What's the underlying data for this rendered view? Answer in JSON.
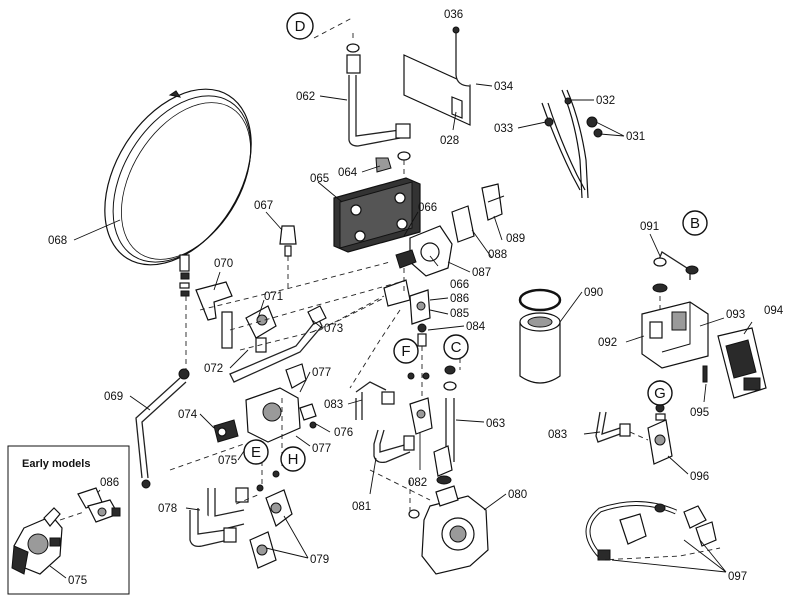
{
  "inset": {
    "title": "Early models"
  },
  "letters": {
    "B": "B",
    "C": "C",
    "D": "D",
    "E": "E",
    "F": "F",
    "G": "G",
    "H": "H"
  },
  "parts": {
    "p028": "028",
    "p031": "031",
    "p032": "032",
    "p033": "033",
    "p034": "034",
    "p036": "036",
    "p062": "062",
    "p063": "063",
    "p064": "064",
    "p065": "065",
    "p066a": "066",
    "p066b": "066",
    "p067": "067",
    "p068": "068",
    "p069": "069",
    "p070": "070",
    "p071": "071",
    "p072": "072",
    "p073": "073",
    "p074": "074",
    "p075": "075",
    "p075inset": "075",
    "p076": "076",
    "p077a": "077",
    "p077b": "077",
    "p078": "078",
    "p079": "079",
    "p080": "080",
    "p081": "081",
    "p082": "082",
    "p083a": "083",
    "p083b": "083",
    "p084": "084",
    "p085": "085",
    "p086a": "086",
    "p086inset": "086",
    "p087": "087",
    "p088": "088",
    "p089": "089",
    "p090": "090",
    "p091": "091",
    "p092": "092",
    "p093": "093",
    "p094": "094",
    "p095": "095",
    "p096": "096",
    "p097": "097"
  }
}
